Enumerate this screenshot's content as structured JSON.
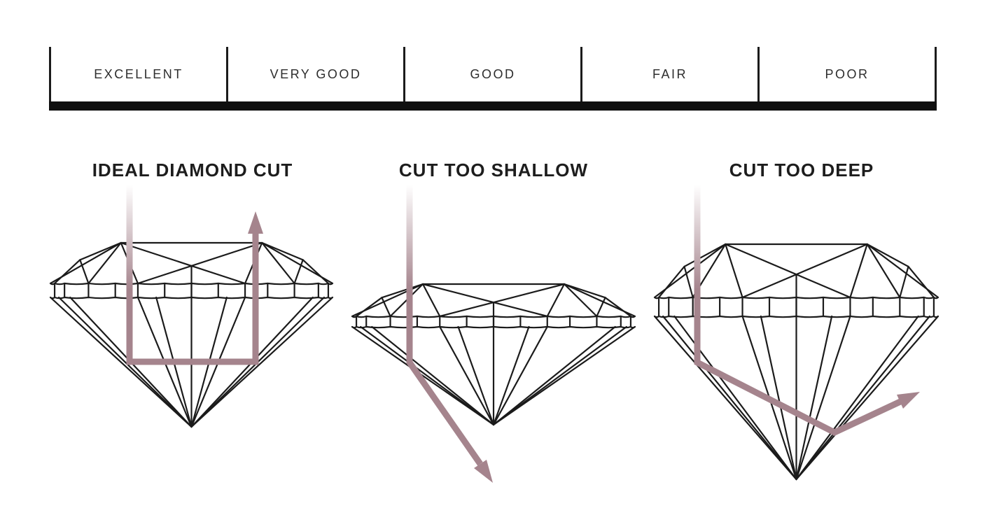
{
  "scale": {
    "labels": [
      "EXCELLENT",
      "VERY GOOD",
      "GOOD",
      "FAIR",
      "POOR"
    ]
  },
  "figures": [
    {
      "title": "IDEAL DIAMOND CUT"
    },
    {
      "title": "CUT TOO SHALLOW"
    },
    {
      "title": "CUT TOO DEEP"
    }
  ],
  "colors": {
    "outline": "#1b1b1b",
    "scale_bar": "#0f0f0f",
    "text": "#1d1d1d",
    "light_ray": "#a5848d",
    "light_ray_fade": "#ffffff"
  }
}
